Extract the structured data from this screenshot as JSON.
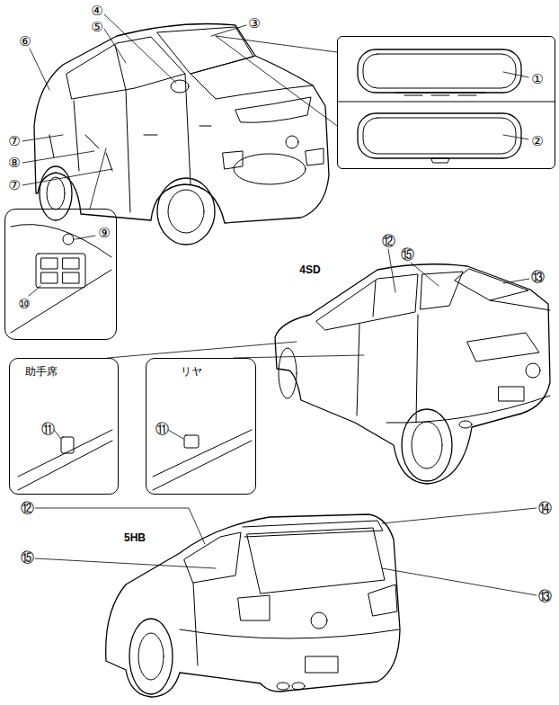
{
  "diagram": {
    "nodes": [
      {
        "text": [
          "①",
          "②"
        ]
      },
      {
        "text": [
          "⑨",
          "⑩"
        ]
      },
      {
        "text": [
          "助手席",
          "⑪"
        ]
      },
      {
        "text": [
          "リヤ",
          "⑪"
        ]
      }
    ],
    "labels": [
      "④",
      "⑤",
      "③",
      "⑥",
      "⑦",
      "⑧",
      "⑦",
      "4SD",
      "⑫",
      "⑮",
      "⑬",
      "5HB",
      "⑫",
      "⑭",
      "⑮",
      "⑬"
    ]
  }
}
